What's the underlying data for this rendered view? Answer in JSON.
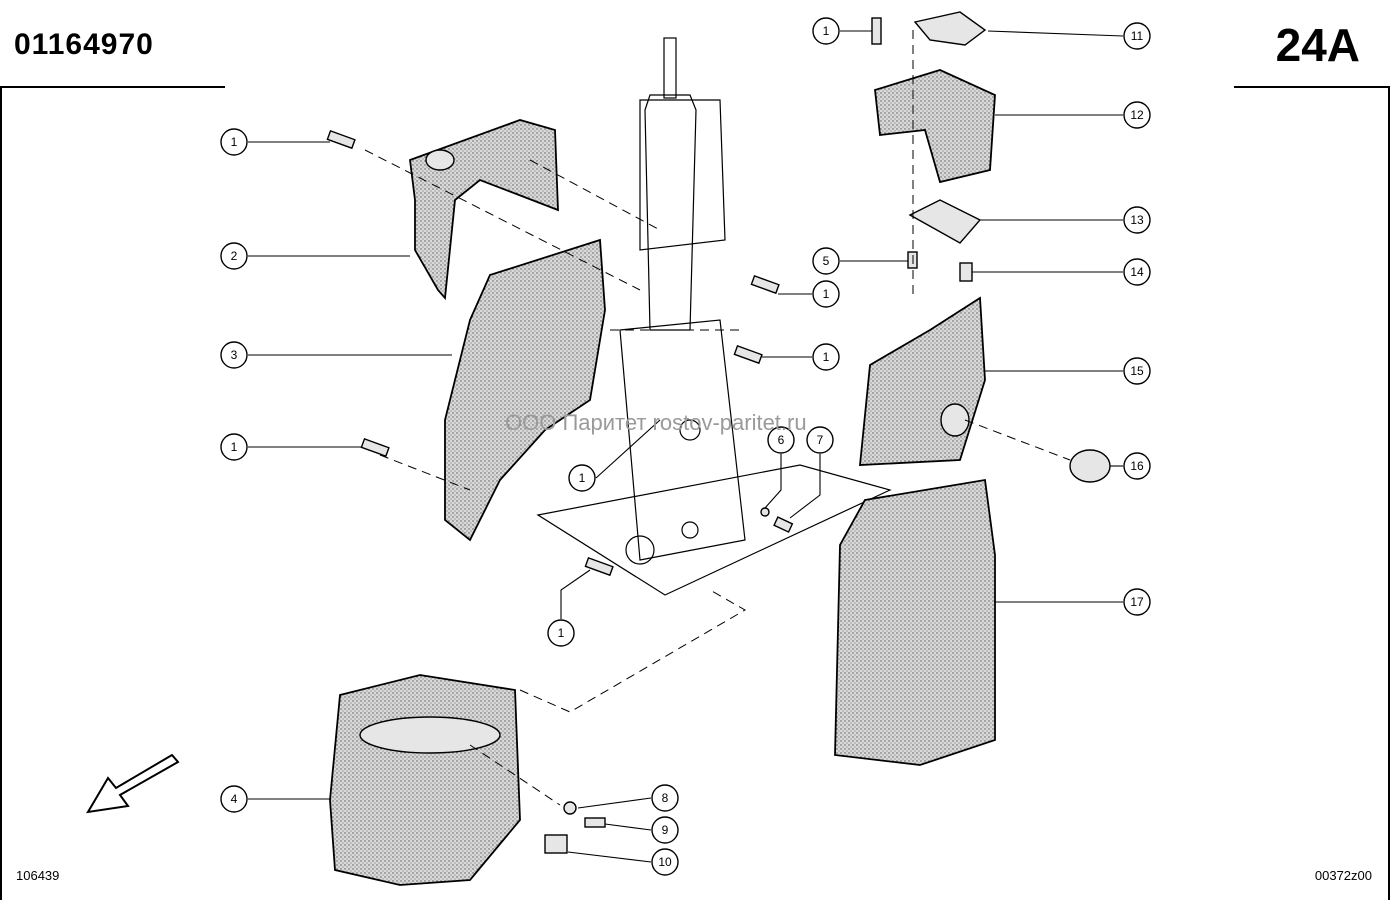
{
  "header": {
    "doc_number": "01164970",
    "section_code": "24A"
  },
  "footer": {
    "left_code": "106439",
    "right_code": "00372z00"
  },
  "watermark": "ООО Паритет   rostov-paritet.ru",
  "callouts": [
    {
      "id": "c1a",
      "label": "1"
    },
    {
      "id": "c1b",
      "label": "1"
    },
    {
      "id": "c1c",
      "label": "1"
    },
    {
      "id": "c1d",
      "label": "1"
    },
    {
      "id": "c1e",
      "label": "1"
    },
    {
      "id": "c1f",
      "label": "1"
    },
    {
      "id": "c1g",
      "label": "1"
    },
    {
      "id": "c2",
      "label": "2"
    },
    {
      "id": "c3",
      "label": "3"
    },
    {
      "id": "c4",
      "label": "4"
    },
    {
      "id": "c5",
      "label": "5"
    },
    {
      "id": "c6",
      "label": "6"
    },
    {
      "id": "c7",
      "label": "7"
    },
    {
      "id": "c8",
      "label": "8"
    },
    {
      "id": "c9",
      "label": "9"
    },
    {
      "id": "c10",
      "label": "10"
    },
    {
      "id": "c11",
      "label": "11"
    },
    {
      "id": "c12",
      "label": "12"
    },
    {
      "id": "c13",
      "label": "13"
    },
    {
      "id": "c14",
      "label": "14"
    },
    {
      "id": "c15",
      "label": "15"
    },
    {
      "id": "c16",
      "label": "16"
    },
    {
      "id": "c17",
      "label": "17"
    }
  ]
}
